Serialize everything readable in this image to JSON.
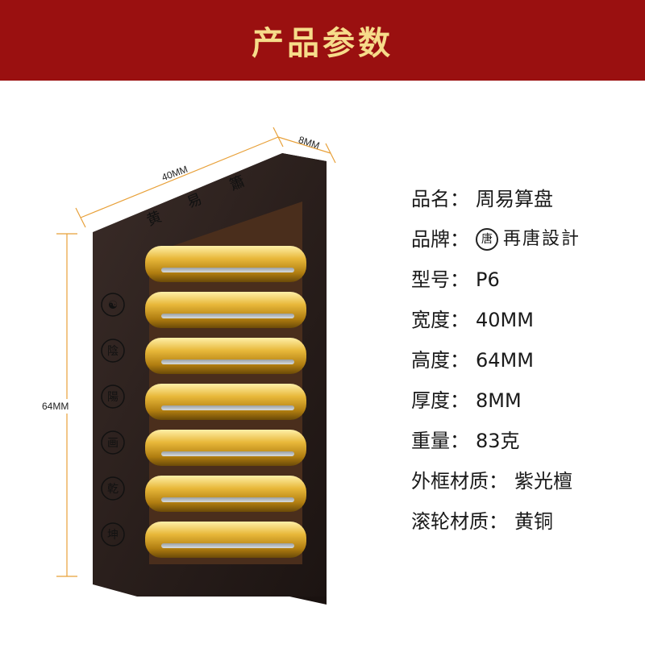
{
  "banner": {
    "title": "产品参数"
  },
  "dimensions": {
    "width_label": "40MM",
    "depth_label": "8MM",
    "height_label": "64MM"
  },
  "frame_carvings": {
    "top": [
      "黄",
      "易",
      "簫"
    ],
    "side": [
      "☯",
      "陰",
      "陽",
      "画",
      "乾",
      "坤"
    ]
  },
  "specs": [
    {
      "key": "品名",
      "value": "周易算盘"
    },
    {
      "key": "品牌",
      "value": "再唐設計",
      "seal": "唐"
    },
    {
      "key": "型号",
      "value": "P6"
    },
    {
      "key": "宽度",
      "value": "40MM"
    },
    {
      "key": "高度",
      "value": "64MM"
    },
    {
      "key": "厚度",
      "value": "8MM"
    },
    {
      "key": "重量",
      "value": "83克"
    },
    {
      "key": "外框材质",
      "value": "紫光檀"
    },
    {
      "key": "滚轮材质",
      "value": "黄铜"
    }
  ],
  "colors": {
    "banner": "#9a1010",
    "banner_text": "#f6dc8a",
    "frame": "#2e2320",
    "brass": "#d9a520",
    "dim_line": "#e8a038"
  }
}
